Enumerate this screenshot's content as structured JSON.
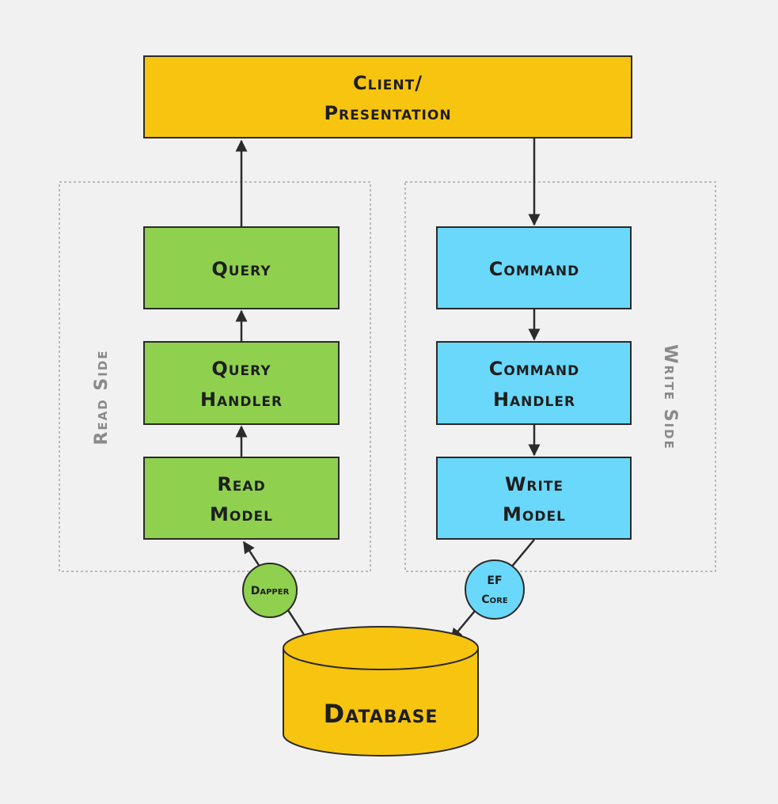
{
  "colors": {
    "background": "#f1f1f1",
    "client": "#f7c410",
    "read": "#8fd14f",
    "write": "#6ad8fa",
    "database": "#f7c410",
    "edge": "#2b2b2b",
    "group_border": "#a8a8a8",
    "side_label": "#8a8a8a"
  },
  "client": {
    "line1": "Client/",
    "line2": "Presentation"
  },
  "read_side": {
    "label": "Read Side",
    "query": "Query",
    "query_handler": {
      "line1": "Query",
      "line2": "Handler"
    },
    "read_model": {
      "line1": "Read",
      "line2": "Model"
    },
    "orm": "Dapper"
  },
  "write_side": {
    "label": "Write Side",
    "command": "Command",
    "command_handler": {
      "line1": "Command",
      "line2": "Handler"
    },
    "write_model": {
      "line1": "Write",
      "line2": "Model"
    },
    "orm": {
      "line1": "EF",
      "line2": "Core"
    }
  },
  "database": {
    "label": "Database"
  }
}
